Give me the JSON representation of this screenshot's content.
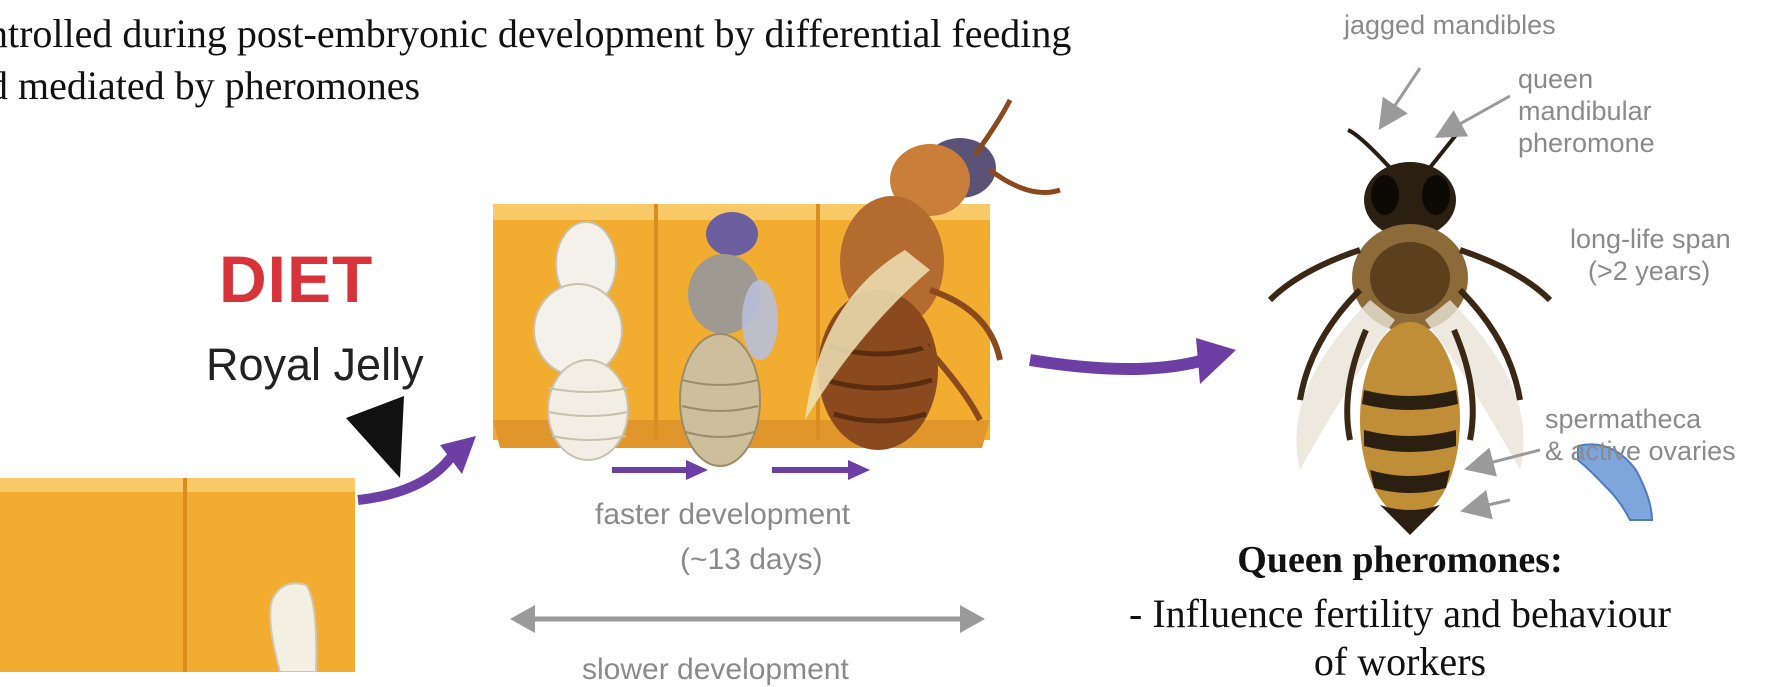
{
  "slide": {
    "line1": "ntrolled during post-embryonic development by differential feeding",
    "line2": "d mediated by pheromones"
  },
  "figure": {
    "diet_label": "DIET",
    "diet_food": "Royal Jelly",
    "faster_label": "faster development",
    "faster_days": "(~13 days)",
    "slower_label": "slower development",
    "annotations": {
      "jagged": "jagged mandibles",
      "qmp_line1": "queen",
      "qmp_line2": "mandibular",
      "qmp_line3": "pheromone",
      "lifespan_line1": "long-life span",
      "lifespan_line2": "(>2 years)",
      "sperm_line1": "spermatheca",
      "sperm_line2": "& active ovaries"
    },
    "colors": {
      "honeycomb": "#f2ad31",
      "honeycomb_dark": "#e0962a",
      "arrow_purple": "#6d3fa4",
      "diet_red": "#d8333a",
      "blob_blue": "#7ea6dd"
    }
  },
  "caption": {
    "title": "Queen pheromones:",
    "item": "- Influence fertility and behaviour",
    "item_cont": "of workers"
  }
}
